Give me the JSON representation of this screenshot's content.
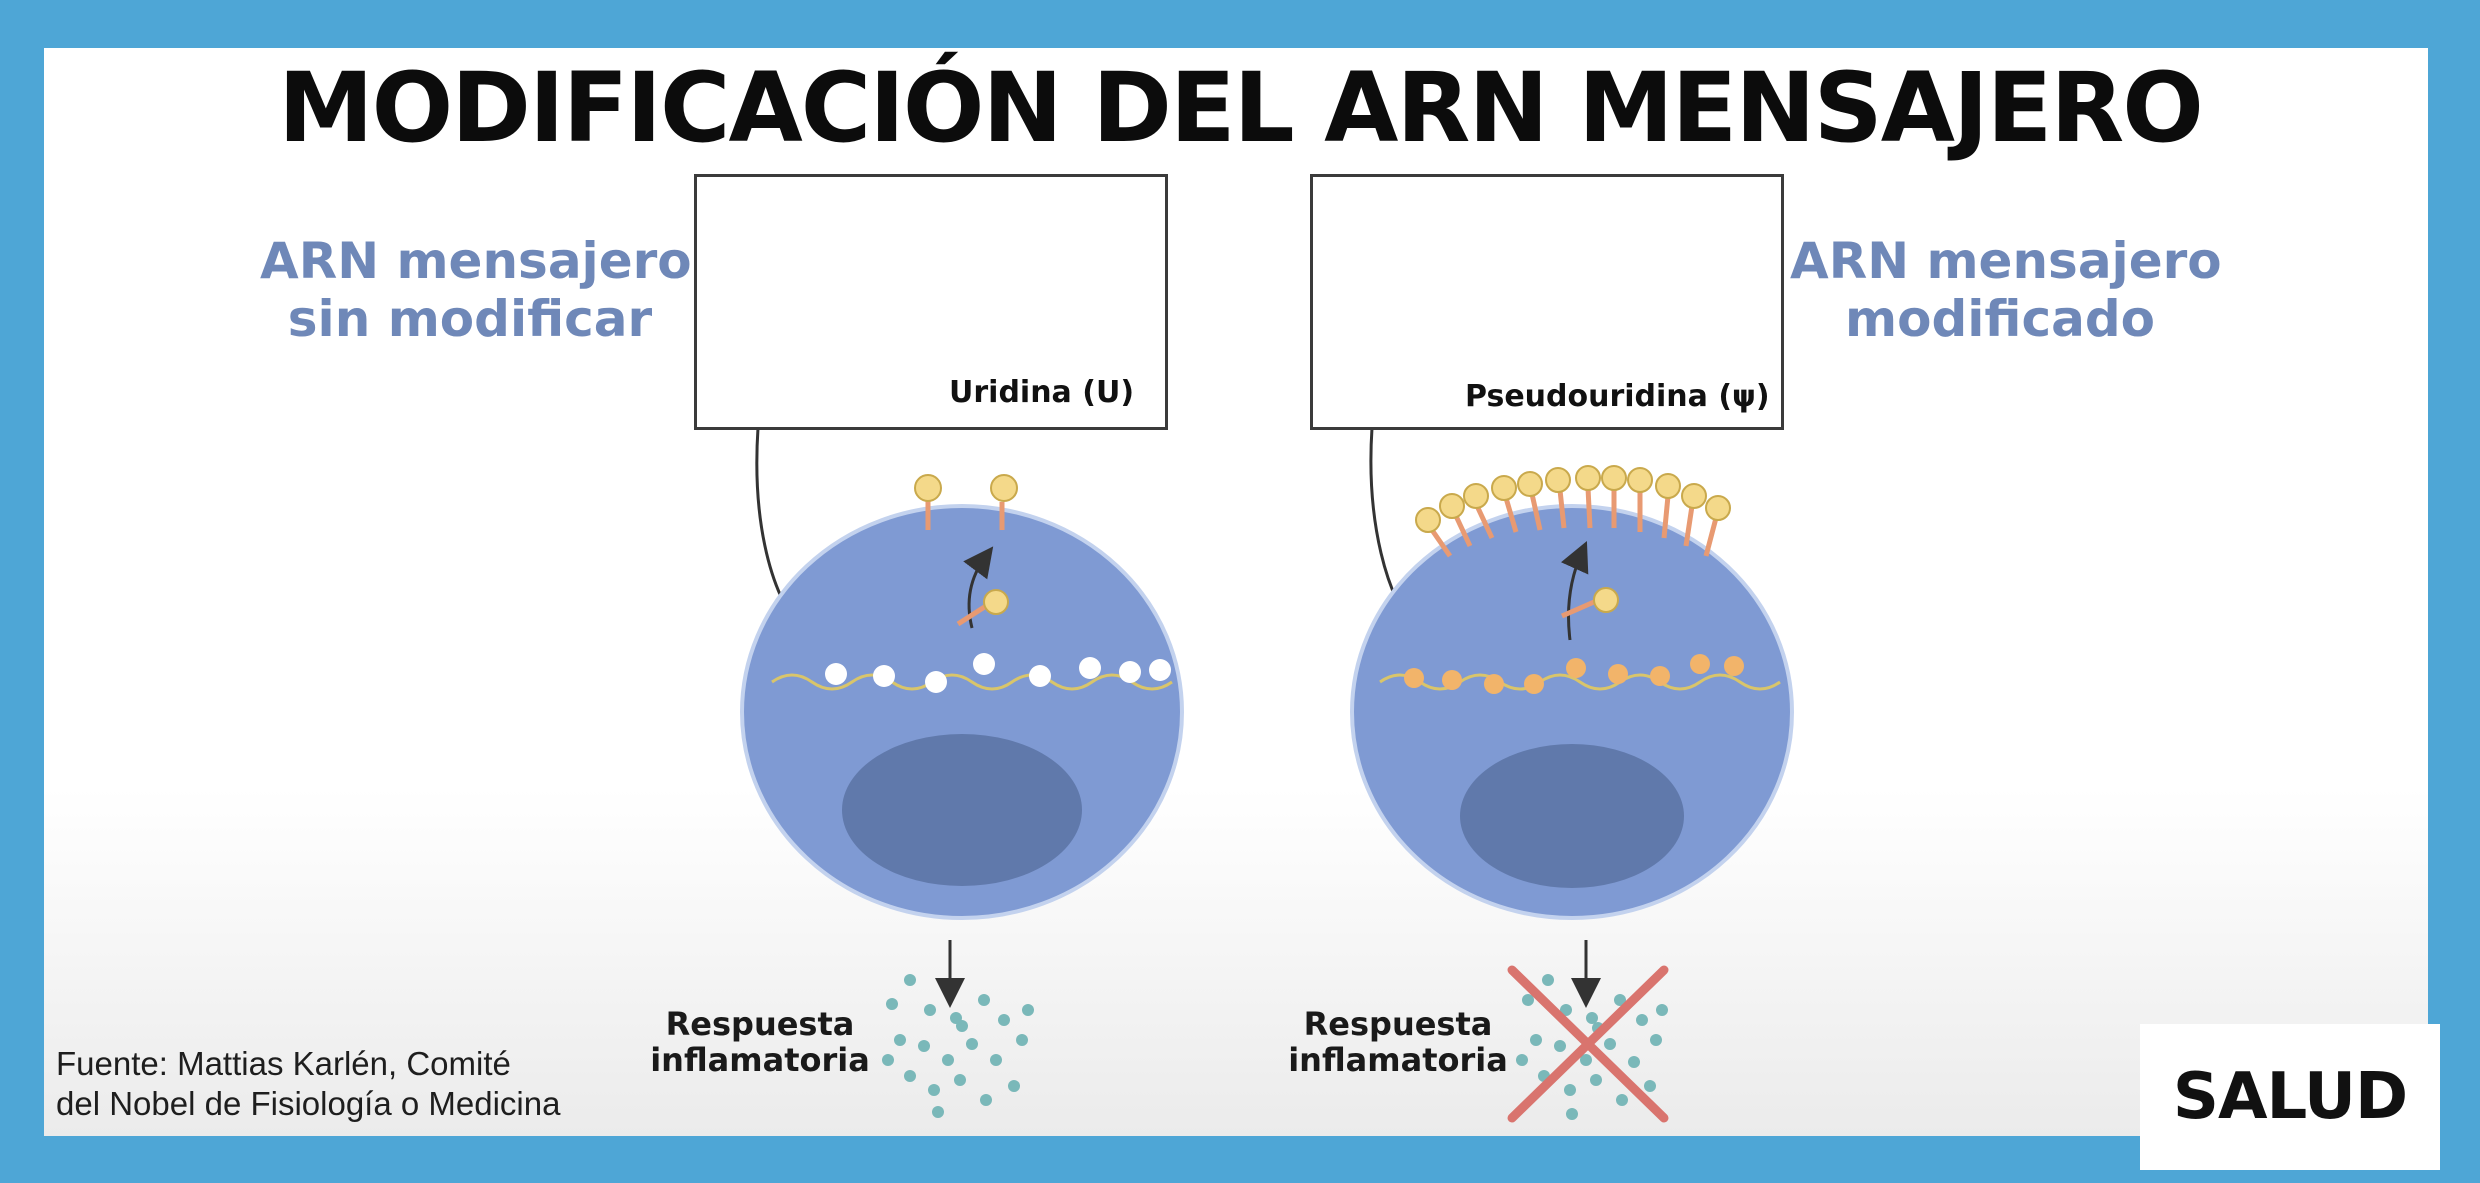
{
  "title": "MODIFICACIÓN DEL ARN MENSAJERO",
  "left_panel": {
    "label_line1": "ARN mensajero",
    "label_line2": "sin modificar",
    "box_caption": "Uridina (U)",
    "response_line1": "Respuesta",
    "response_line2": "inflamatoria"
  },
  "right_panel": {
    "label_line1": "ARN mensajero",
    "label_line2": "modificado",
    "box_caption": "Pseudouridina (ψ)",
    "response_line1": "Respuesta",
    "response_line2": "inflamatoria"
  },
  "source_line1": "Fuente: Mattias Karlén, Comité",
  "source_line2": "del Nobel de Fisiología o Medicina",
  "badge": "SALUD",
  "colors": {
    "frame": "#4ea6d6",
    "label_blue": "#6f88b8",
    "cell": "#7f9ad3",
    "nucleus": "#6079ab",
    "highlight_orange": "#f2b46a",
    "cross_red": "#d9746e",
    "dots_teal": "#7ab8b9"
  },
  "icons": {
    "psi_symbol": "ψ",
    "arrow": "arrow-icon"
  }
}
